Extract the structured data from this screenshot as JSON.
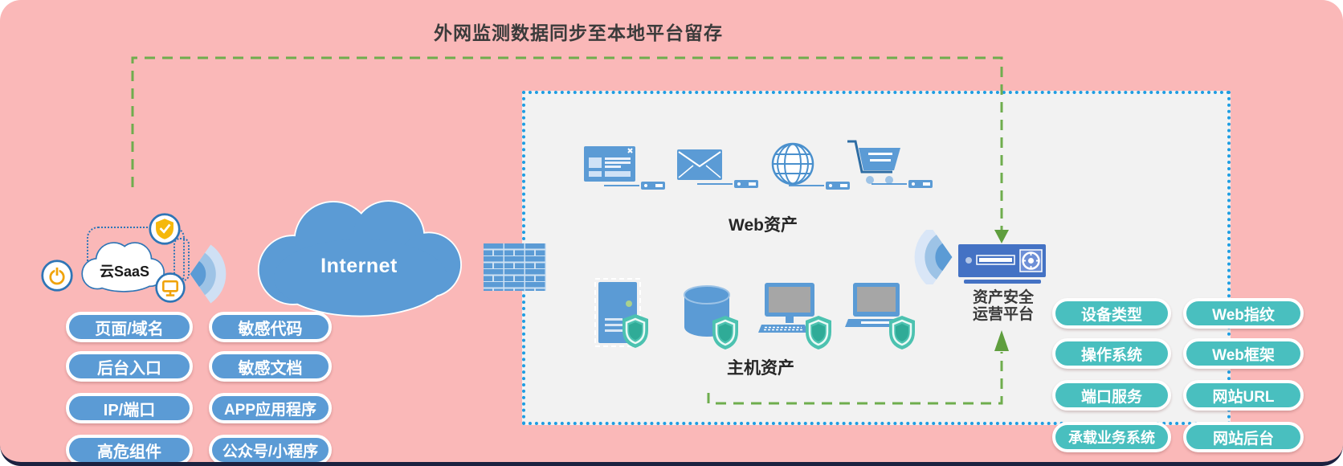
{
  "title": "外网监测数据同步至本地平台留存",
  "saas_cloud": {
    "label": "云SaaS",
    "badge_icons": [
      "power-icon",
      "shield-check-icon",
      "monitor-icon"
    ]
  },
  "internet_cloud": {
    "label": "Internet"
  },
  "monitor_items": [
    "页面/域名",
    "后台入口",
    "IP/端口",
    "高危组件",
    "敏感代码",
    "敏感文档",
    "APP应用程序",
    "公众号/小程序"
  ],
  "asset_box": {
    "web_assets": {
      "label": "Web资产",
      "icons": [
        "browser-icon",
        "email-icon",
        "globe-icon",
        "cart-icon"
      ]
    },
    "host_assets": {
      "label": "主机资产",
      "icons": [
        "server-icon",
        "database-icon",
        "desktop-icon",
        "laptop-icon"
      ]
    }
  },
  "platform": {
    "name_line1": "资产安全",
    "name_line2": "运营平台"
  },
  "attribute_items": [
    "设备类型",
    "操作系统",
    "端口服务",
    "承载业务系统",
    "Web指纹",
    "Web框架",
    "网站URL",
    "网站后台"
  ],
  "colors": {
    "background_pink": "#fab8b8",
    "panel_gray": "#f2f2f2",
    "panel_border_blue": "#1e9de2",
    "primary_blue": "#5b9bd5",
    "device_blue": "#4472c4",
    "teal": "#49bfbf",
    "shield_teal": "#4cc2b0",
    "green_dashed": "#6fad4d",
    "badge_orange": "#f0a30a",
    "cloud_outline_blue": "#2e75b6"
  }
}
